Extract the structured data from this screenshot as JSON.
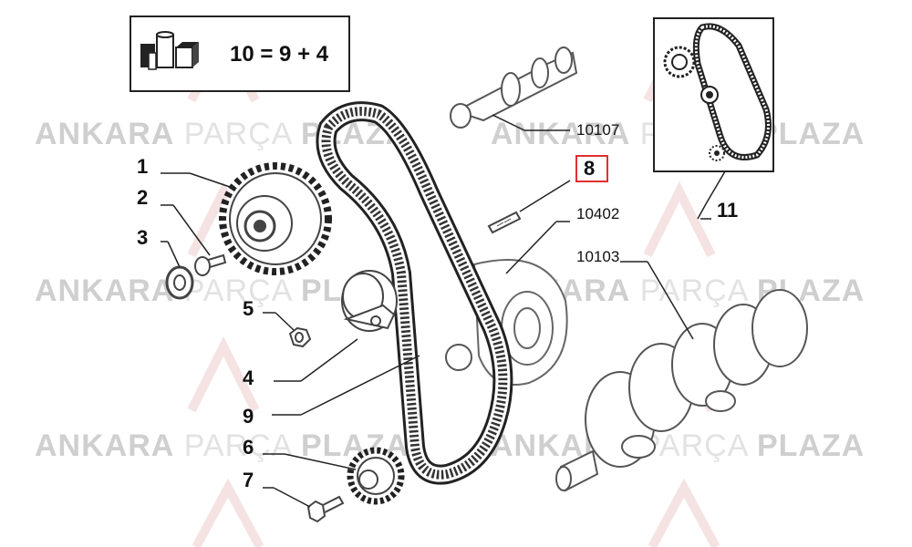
{
  "watermark": {
    "part1": "ANKARA",
    "part2": "PARÇA",
    "part3": "PLAZA"
  },
  "kit_formula": "10 = 9 + 4",
  "callouts": {
    "c1": "1",
    "c2": "2",
    "c3": "3",
    "c4": "4",
    "c5": "5",
    "c6": "6",
    "c7": "7",
    "c8": "8",
    "c9": "9",
    "c11": "11",
    "c10107": "10107",
    "c10402": "10402",
    "c10103": "10103"
  },
  "colors": {
    "highlight": "#e03030",
    "line": "#222222",
    "watermark": "#d6d6d6"
  }
}
